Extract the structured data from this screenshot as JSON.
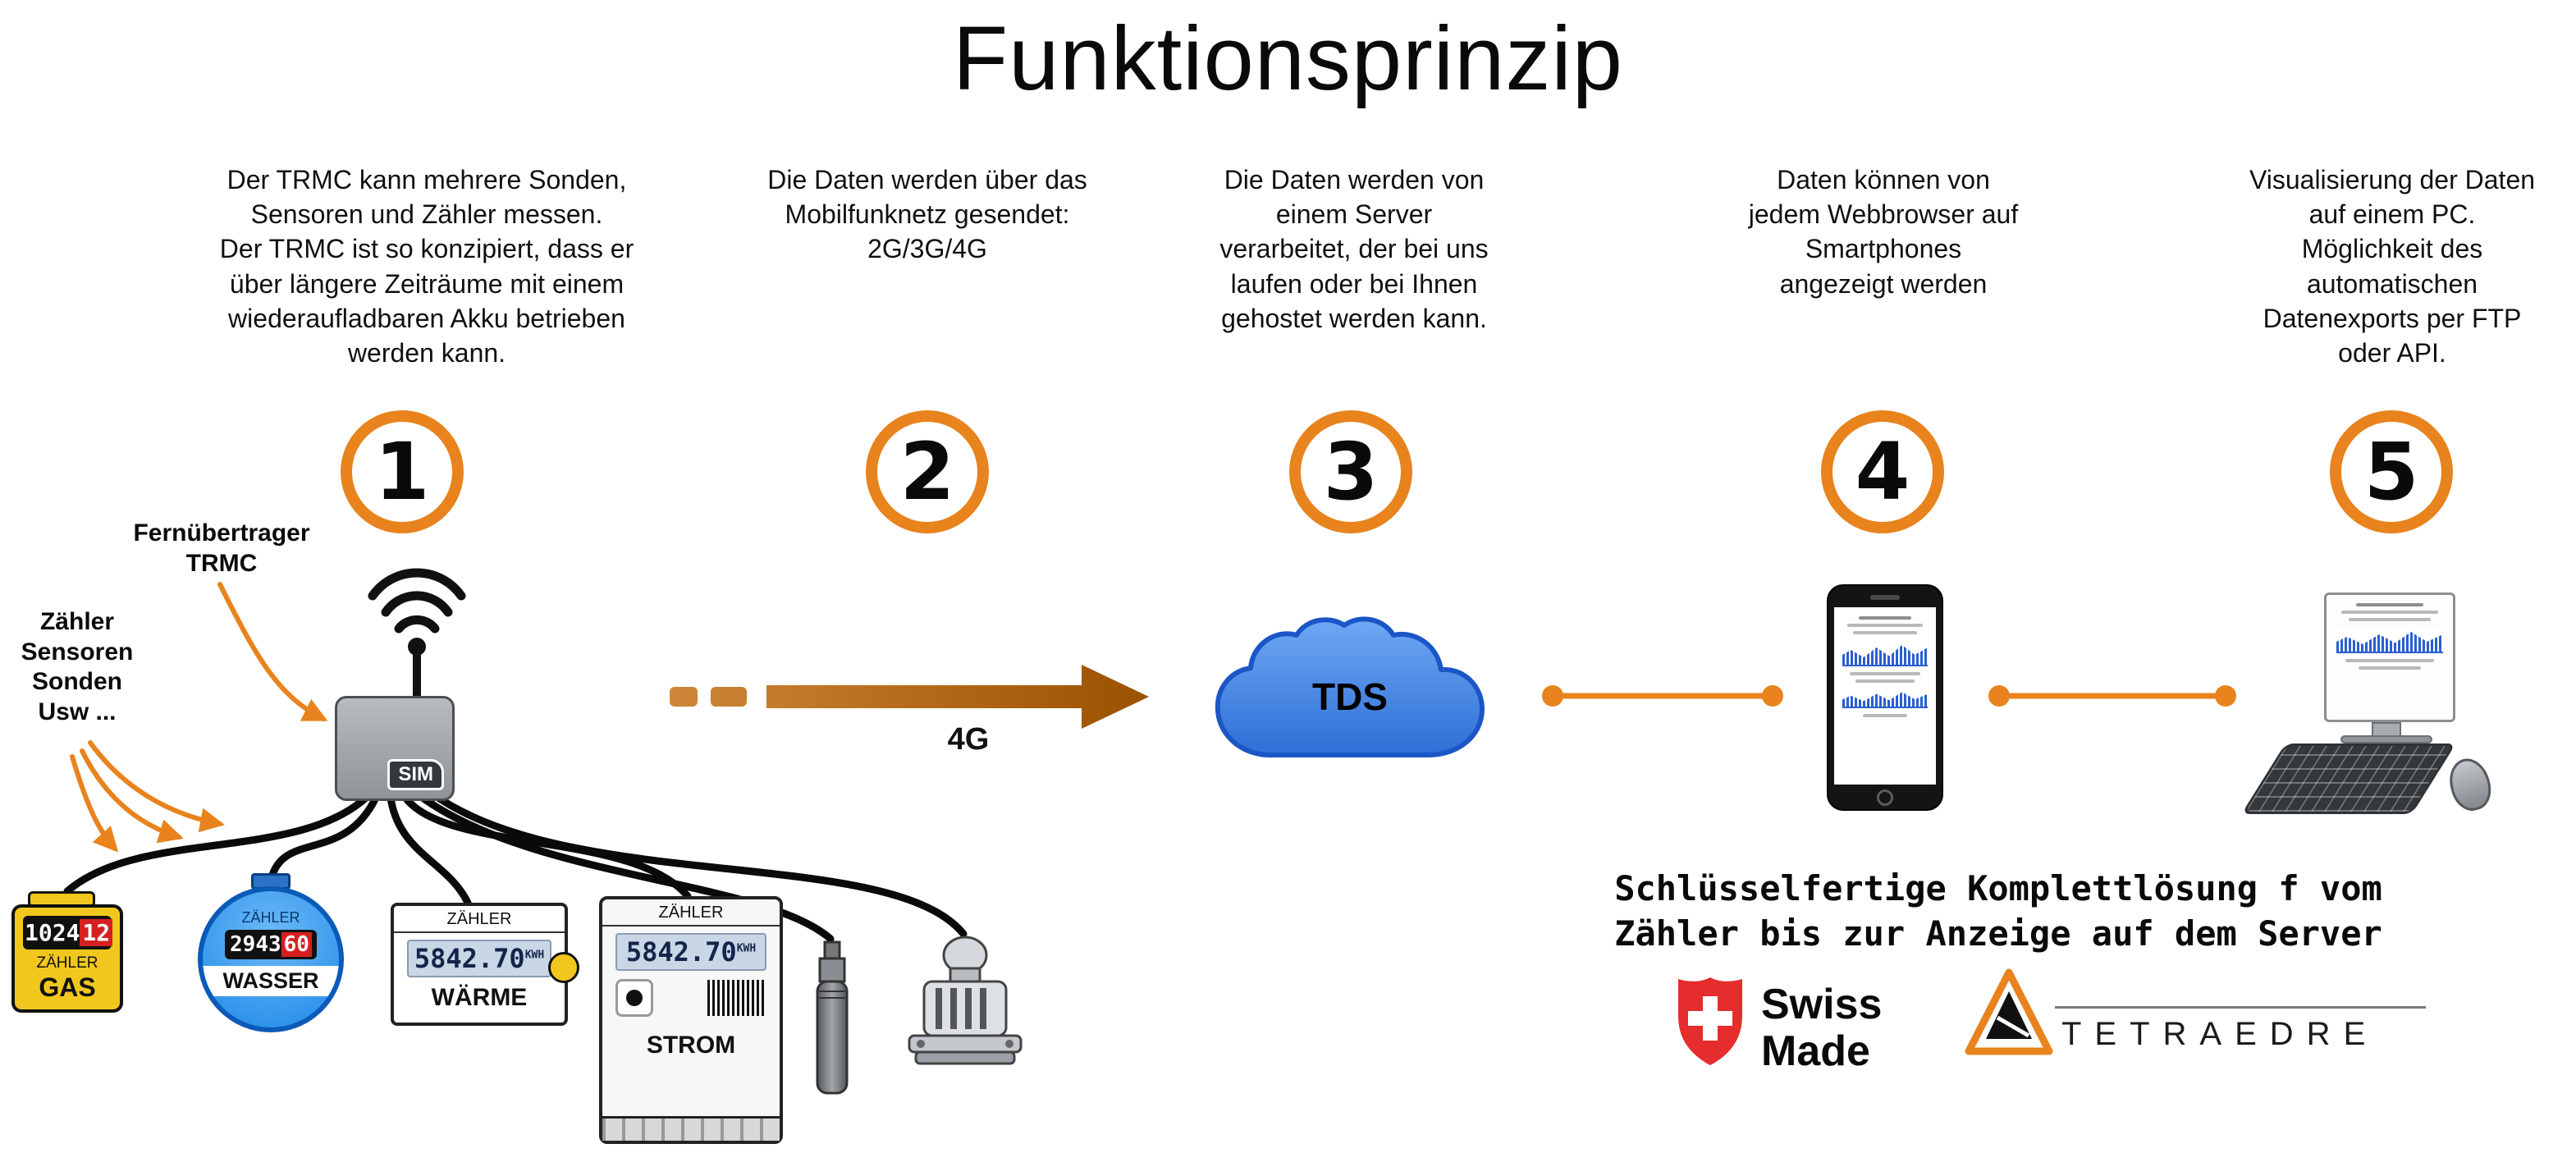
{
  "title": "Funktionsprinzip",
  "accent_color": "#E8831D",
  "steps": [
    {
      "number": "1",
      "description": "Der TRMC kann mehrere Sonden,\nSensoren und Zähler messen.\nDer TRMC ist so konzipiert, dass er\nüber längere Zeiträume mit einem\nwiederaufladbaren Akku betrieben\nwerden kann."
    },
    {
      "number": "2",
      "description": "Die Daten werden über das\nMobilfunknetz gesendet:\n2G/3G/4G"
    },
    {
      "number": "3",
      "description": "Die Daten werden von\neinem Server\nverarbeitet, der bei uns\nlaufen oder bei Ihnen\ngehostet werden kann."
    },
    {
      "number": "4",
      "description": "Daten können von\njedem Webbrowser auf\nSmartphones\nangezeigt werden"
    },
    {
      "number": "5",
      "description": "Visualisierung der Daten\nauf einem PC.\nMöglichkeit des\nautomatischen\nDatenexports per FTP\noder API."
    }
  ],
  "trmc": {
    "label_transmitter": "Fernübertrager\nTRMC",
    "label_inputs": "Zähler\nSensoren\nSonden\nUsw ...",
    "sim_label": "SIM"
  },
  "network": {
    "arrow_label": "4G"
  },
  "cloud": {
    "label": "TDS"
  },
  "meters": {
    "gas": {
      "display_black": "1024",
      "display_red": "12",
      "subtitle": "ZÄHLER",
      "name": "GAS"
    },
    "wasser": {
      "header": "ZÄHLER",
      "display_black": "2943",
      "display_red": "60",
      "name": "WASSER"
    },
    "waerme": {
      "header": "ZÄHLER",
      "display": "5842.70",
      "unit": "KWH",
      "name": "WÄRME"
    },
    "strom": {
      "header": "ZÄHLER",
      "display": "5842.70",
      "unit": "KWH",
      "name": "STROM"
    }
  },
  "footer": {
    "tagline": "Schlüsselfertige Komplettlösung f vom\nZähler bis zur Anzeige auf dem Server",
    "swiss_made": "Swiss\nMade",
    "brand": "TETRAEDRE"
  }
}
